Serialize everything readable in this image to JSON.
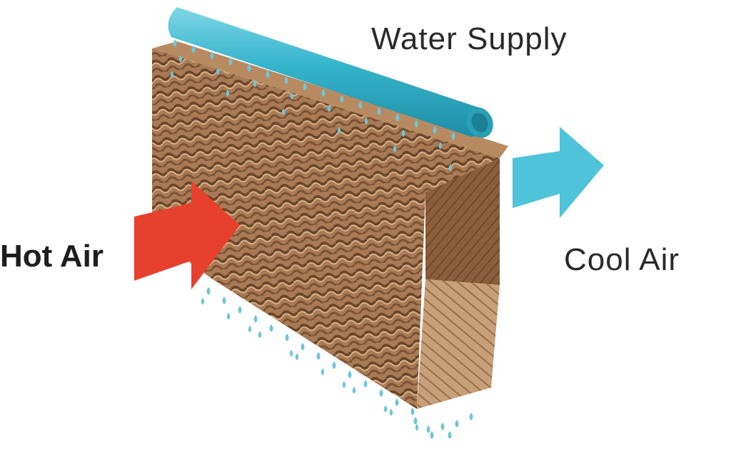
{
  "labels": {
    "water_supply": "Water Supply",
    "hot_air": "Hot Air",
    "cool_air": "Cool Air"
  },
  "colors": {
    "pipe": "#35b4cc",
    "pipe_highlight": "#7fd6e6",
    "droplet": "#6ec6d8",
    "pad_front": "#a87a55",
    "pad_ridge_dark": "#6b4528",
    "pad_ridge_light": "#d9b48c",
    "pad_side_upper": "#8a5e3b",
    "pad_side_lower": "#c79f78",
    "pad_top": "#b88a62",
    "hot_arrow": "#e8402e",
    "cool_arrow": "#4fc3d9"
  },
  "icons": {
    "pipe": "water-pipe-icon",
    "pad": "evaporative-pad-icon",
    "hot_arrow": "hot-air-arrow-icon",
    "cool_arrow": "cool-air-arrow-icon",
    "droplets": "water-droplet-icon"
  }
}
